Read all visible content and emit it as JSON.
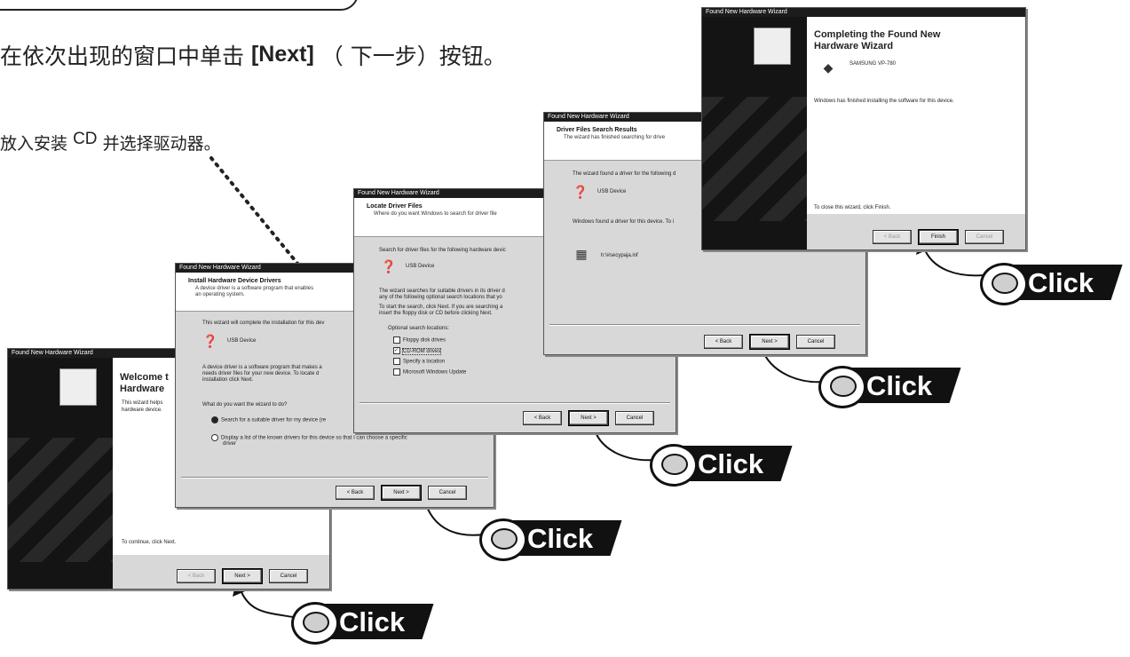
{
  "instructions": {
    "line1_pre": "在依次出现的窗口中单击",
    "line1_bold": "[Next]",
    "line1_post": "（ 下一步）按钮。",
    "line2_pre": "放入安装",
    "line2_sup": "CD",
    "line2_post": "并选择驱动器。"
  },
  "common": {
    "window_title": "Found New Hardware Wizard",
    "back": "< Back",
    "next": "Next >",
    "cancel": "Cancel",
    "finish": "Finish",
    "click": "Click"
  },
  "dlg1": {
    "title_line1": "Welcome t",
    "title_line2": "Hardware",
    "body1": "This wizard helps",
    "body2": "hardware device.",
    "footer": "To continue, click Next."
  },
  "dlg2": {
    "header_title": "Install Hardware Device Drivers",
    "header_sub1": "A device driver is a software program that enables",
    "header_sub2": "an operating system.",
    "line1": "This wizard will complete the installation for this dev",
    "device": "USB Device",
    "desc1": "A device driver is a software program that makes a",
    "desc2": "needs driver files for your new device. To locate d",
    "desc3": "installation click Next.",
    "question": "What do you want the wizard to do?",
    "opt1": "Search for a suitable driver for my device (re",
    "opt2": "Display a list of the known drivers for this device so that I can choose a specific",
    "opt2b": "driver"
  },
  "dlg3": {
    "header_title": "Locate Driver Files",
    "header_sub": "Where do you want Windows to search for driver file",
    "line1": "Search for driver files for the following hardware devic",
    "device": "USB Device",
    "desc1": "The wizard searches for suitable drivers in its driver d",
    "desc2": "any of the following optional search locations that yo",
    "desc3": "To start the search, click Next. If you are searching a",
    "desc4": "insert the floppy disk or CD before clicking Next.",
    "optional": "Optional search locations:",
    "loc1": "Floppy disk drives",
    "loc2": "CD-ROM drives",
    "loc3": "Specify a location",
    "loc4": "Microsoft Windows Update"
  },
  "dlg4": {
    "header_title": "Driver Files Search Results",
    "header_sub": "The wizard has finished searching for drive",
    "line1": "The wizard found a driver for the following d",
    "device": "USB Device",
    "found": "Windows found a driver for this device. To i",
    "file": "h:\\#secypaja.inf"
  },
  "dlg5": {
    "title_line1": "Completing the Found New",
    "title_line2": "Hardware Wizard",
    "device": "SAMSUNG VP-780",
    "body": "Windows has finished installing the software for this device.",
    "footer": "To close this wizard, click Finish."
  }
}
